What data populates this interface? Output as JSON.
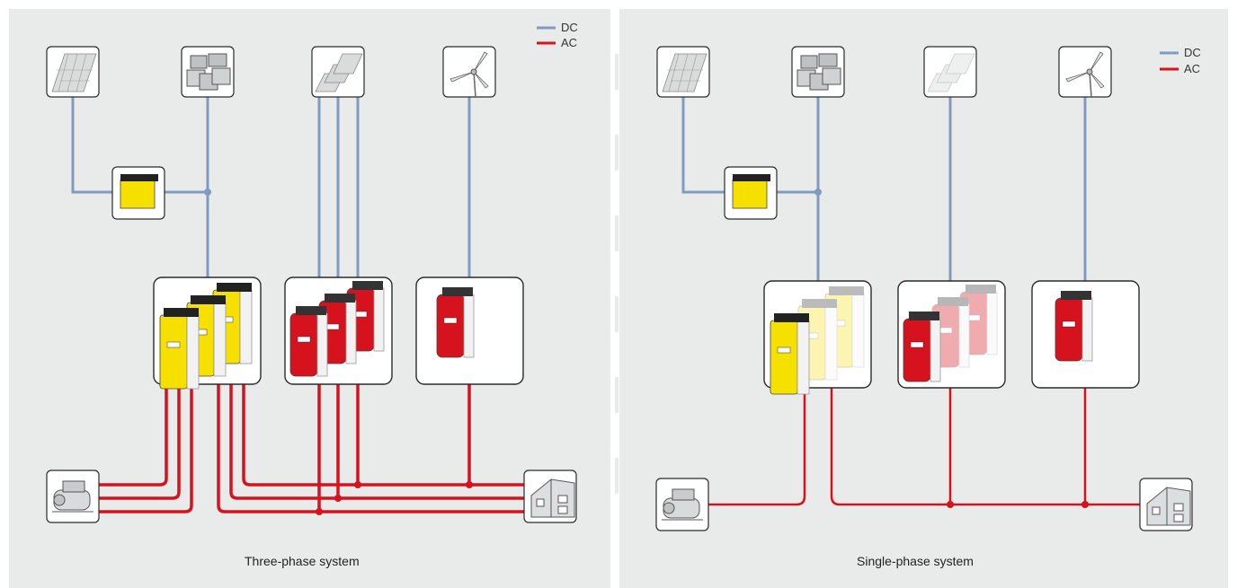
{
  "legend": {
    "dc_label": "DC",
    "ac_label": "AC",
    "dc_color": "#7f9cc0",
    "ac_color": "#d6121e"
  },
  "left": {
    "caption": "Three-phase system"
  },
  "right": {
    "caption": "Single-phase system"
  },
  "colors": {
    "background": "#e9ebea",
    "inverter_yellow": "#f5e000",
    "inverter_red": "#d6121e"
  },
  "icons": [
    "solar-panel-icon",
    "battery-icon",
    "solar-array-icon",
    "wind-turbine-icon",
    "generator-icon",
    "house-icon",
    "inverter-icon"
  ]
}
